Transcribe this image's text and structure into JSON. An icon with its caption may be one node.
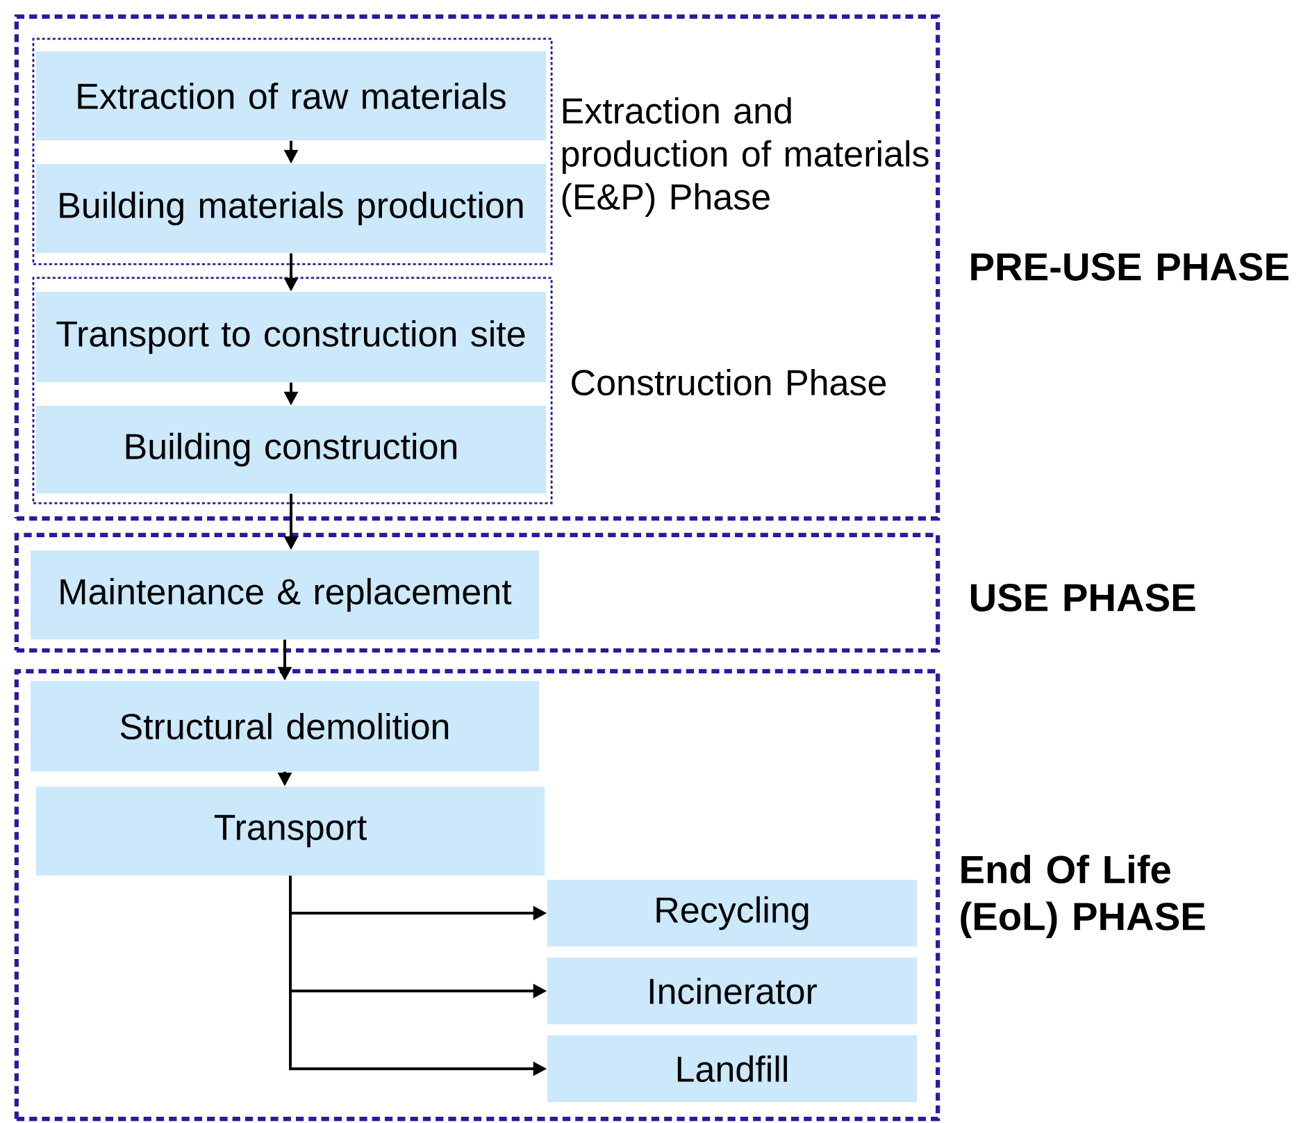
{
  "diagram": {
    "nodes": [
      {
        "text": [
          "PRE-USE PHASE"
        ]
      },
      {
        "text": [
          "Extraction and production of materials (E&P) Phase"
        ],
        "in": 0
      },
      {
        "text": [
          "Extraction of raw materials"
        ],
        "in": 1
      },
      {
        "text": [
          "Building materials production"
        ],
        "in": 1
      },
      {
        "text": [
          "Construction Phase"
        ],
        "in": 0
      },
      {
        "text": [
          "Transport  to construction site"
        ],
        "in": 4
      },
      {
        "text": [
          "Building construction"
        ],
        "in": 4
      },
      {
        "text": [
          "USE PHASE"
        ]
      },
      {
        "text": [
          "Maintenance & replacement"
        ],
        "in": 7
      },
      {
        "text": [
          "End Of Life (EoL) PHASE"
        ]
      },
      {
        "text": [
          "Structural demolition"
        ],
        "in": 9
      },
      {
        "text": [
          "Transport"
        ],
        "in": 9
      },
      {
        "text": [
          "Recycling"
        ],
        "in": 9
      },
      {
        "text": [
          "Incinerator"
        ],
        "in": 9
      },
      {
        "text": [
          "Landfill"
        ],
        "in": 9
      }
    ],
    "edges": [
      {
        "from": 2,
        "to": 3,
        "arrow": "to"
      },
      {
        "from": 3,
        "to": 5,
        "arrow": "to"
      },
      {
        "from": 5,
        "to": 6,
        "arrow": "to"
      },
      {
        "from": 6,
        "to": 8,
        "arrow": "to"
      },
      {
        "from": 8,
        "to": 10,
        "arrow": "to"
      },
      {
        "from": 10,
        "to": 11,
        "arrow": "to"
      },
      {
        "from": 11,
        "to": 12,
        "arrow": "to"
      },
      {
        "from": 11,
        "to": 13,
        "arrow": "to"
      },
      {
        "from": 11,
        "to": 14,
        "arrow": "to"
      }
    ]
  }
}
